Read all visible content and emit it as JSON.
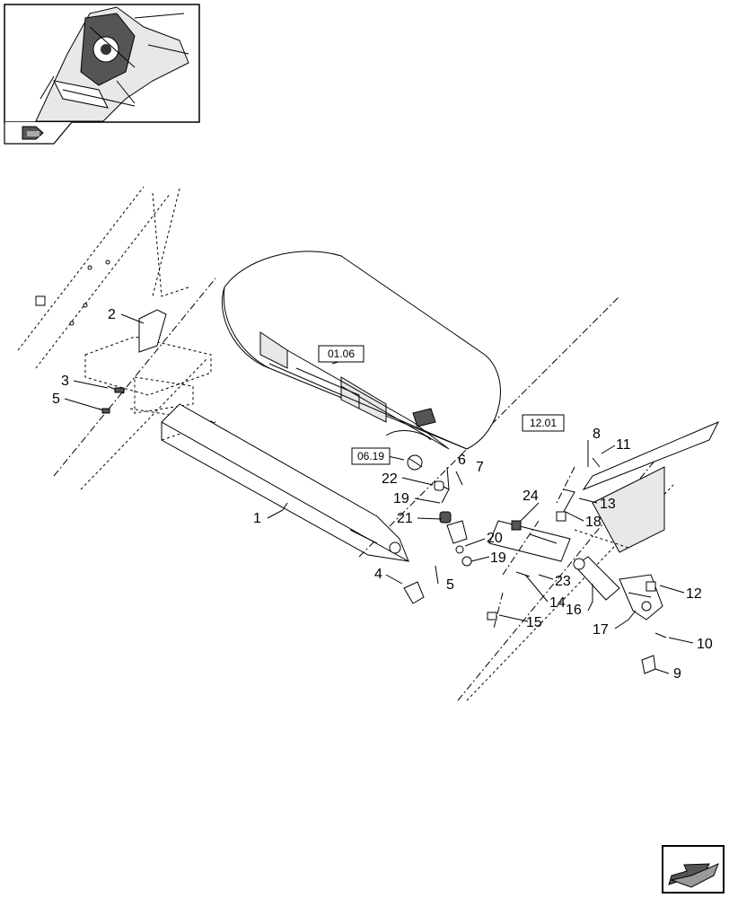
{
  "callouts": [
    {
      "id": "c1",
      "label": "1"
    },
    {
      "id": "c2",
      "label": "2"
    },
    {
      "id": "c3",
      "label": "3"
    },
    {
      "id": "c4",
      "label": "4"
    },
    {
      "id": "c5a",
      "label": "5"
    },
    {
      "id": "c5b",
      "label": "5"
    },
    {
      "id": "c6",
      "label": "6"
    },
    {
      "id": "c7",
      "label": "7"
    },
    {
      "id": "c8",
      "label": "8"
    },
    {
      "id": "c9",
      "label": "9"
    },
    {
      "id": "c10",
      "label": "10"
    },
    {
      "id": "c11",
      "label": "11"
    },
    {
      "id": "c12",
      "label": "12"
    },
    {
      "id": "c13",
      "label": "13"
    },
    {
      "id": "c14",
      "label": "14"
    },
    {
      "id": "c15",
      "label": "15"
    },
    {
      "id": "c16",
      "label": "16"
    },
    {
      "id": "c17",
      "label": "17"
    },
    {
      "id": "c18",
      "label": "18"
    },
    {
      "id": "c19a",
      "label": "19"
    },
    {
      "id": "c19b",
      "label": "19"
    },
    {
      "id": "c20",
      "label": "20"
    },
    {
      "id": "c21",
      "label": "21"
    },
    {
      "id": "c22",
      "label": "22"
    },
    {
      "id": "c23",
      "label": "23"
    },
    {
      "id": "c24",
      "label": "24"
    }
  ],
  "reference_boxes": [
    {
      "id": "r1",
      "label": "01.06"
    },
    {
      "id": "r2",
      "label": "06.19"
    },
    {
      "id": "r3",
      "label": "12.01"
    }
  ],
  "navigation": {
    "previous_icon": "arrow-back-icon",
    "next_icon": "arrow-forward-icon"
  }
}
